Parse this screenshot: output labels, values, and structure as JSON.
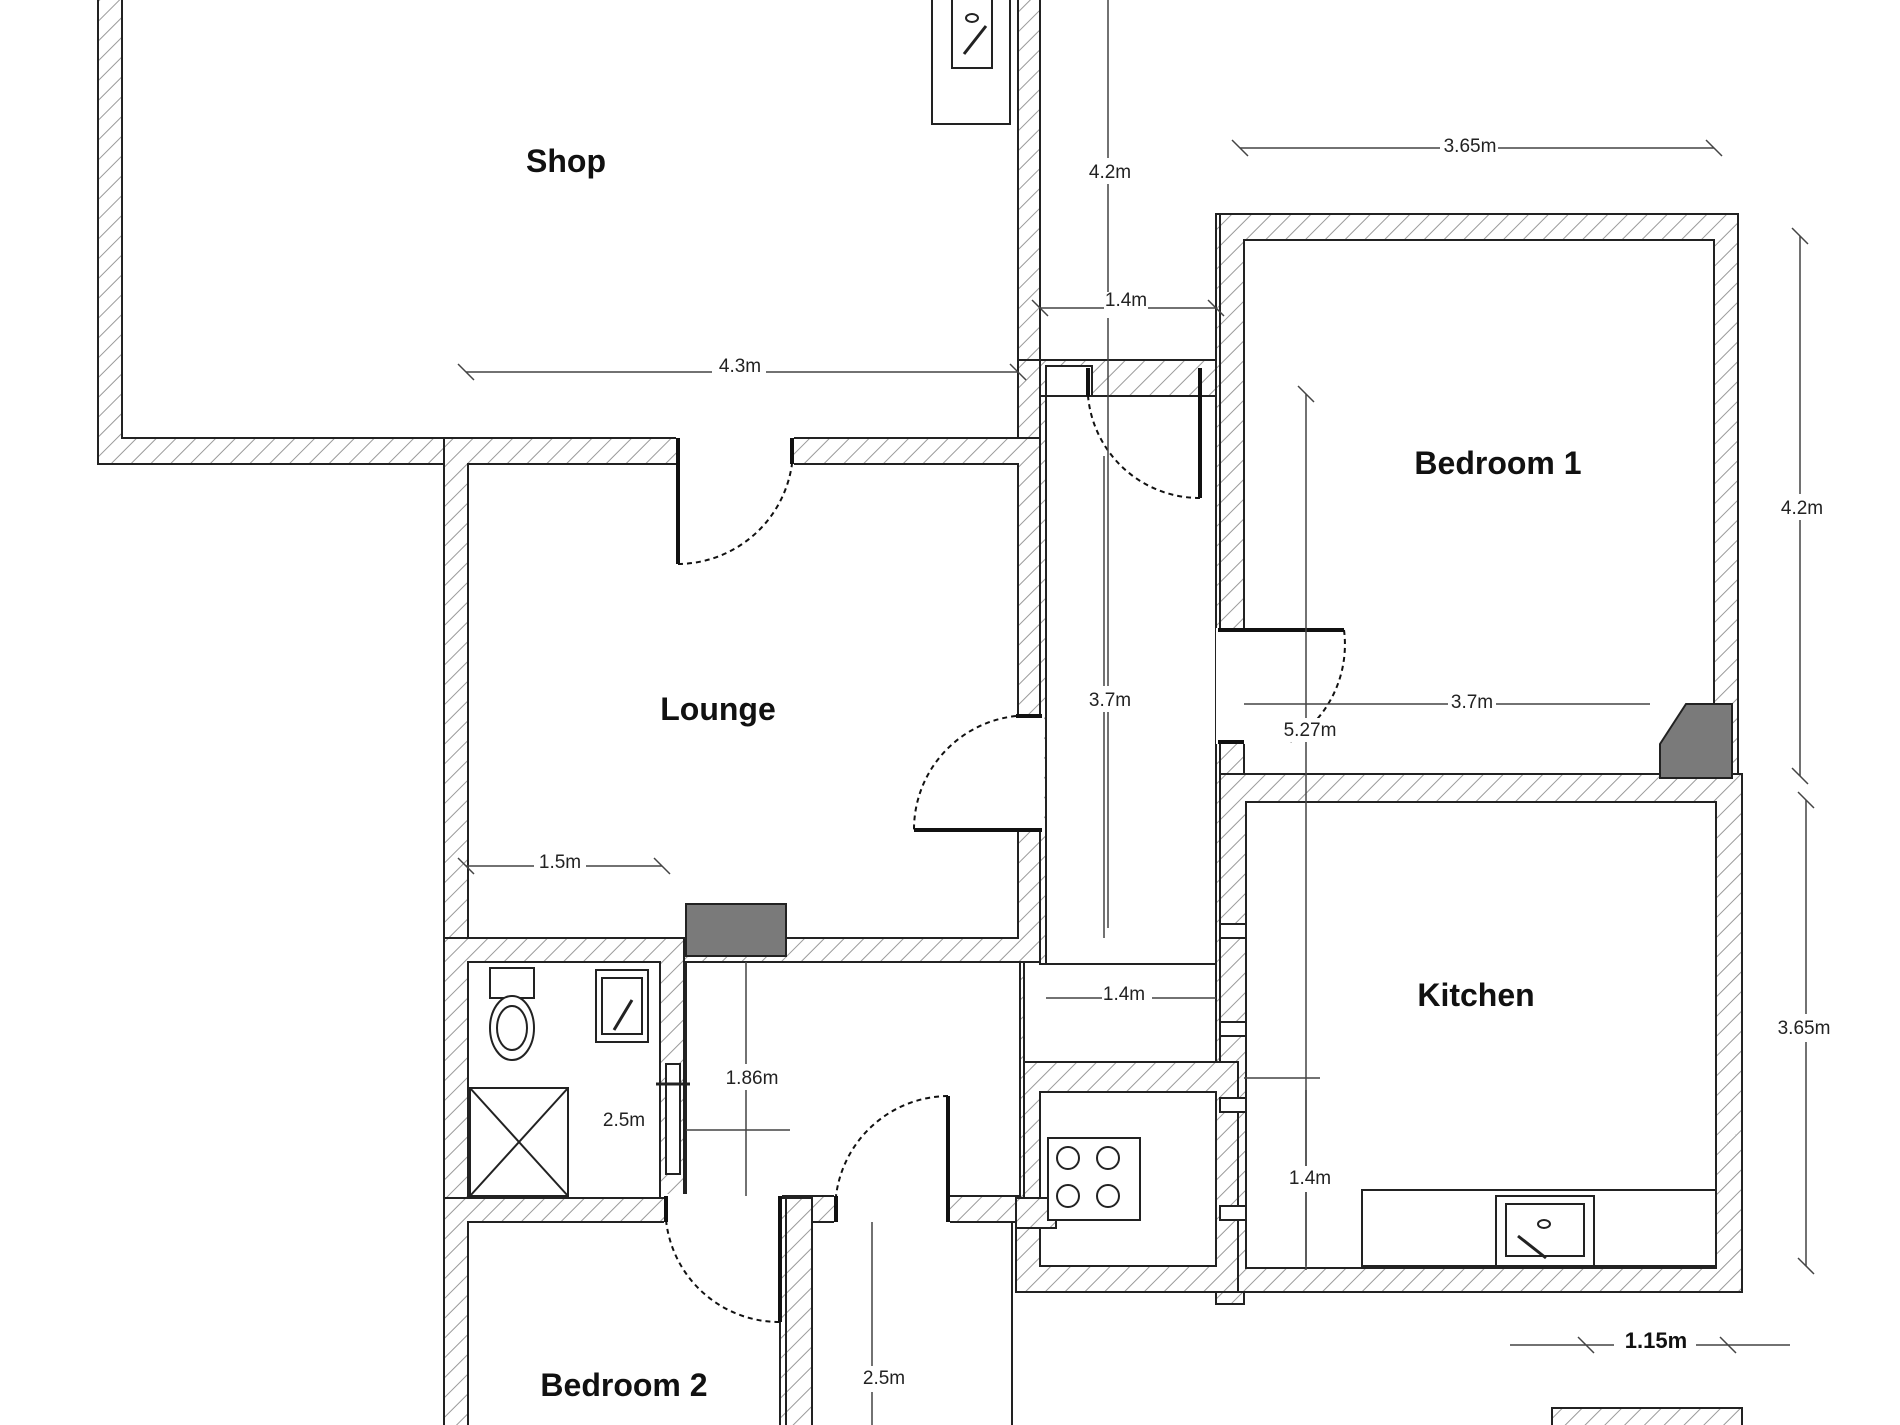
{
  "rooms": {
    "shop": "Shop",
    "lounge": "Lounge",
    "bedroom1": "Bedroom 1",
    "kitchen": "Kitchen",
    "bedroom2": "Bedroom 2"
  },
  "dimensions": {
    "shop_height": "4.2m",
    "bed1_width": "3.65m",
    "hall_width_top": "1.4m",
    "shop_width": "4.3m",
    "bed1_height": "4.2m",
    "lounge_height": "3.7m",
    "bed1_inner_width": "3.7m",
    "hall_length": "5.27m",
    "lounge_sub_width": "1.5m",
    "hall_width_mid": "1.4m",
    "kitchen_height": "3.65m",
    "bath_height": "1.86m",
    "bath_width": "2.5m",
    "kitchen_sub_height": "1.4m",
    "lower_height": "2.5m",
    "corner_width": "1.15m"
  },
  "icons": {
    "sink": "sink-icon",
    "toilet": "toilet-icon",
    "shower": "shower-tray-icon",
    "hob": "hob-icon",
    "radiator": "radiator-icon"
  }
}
